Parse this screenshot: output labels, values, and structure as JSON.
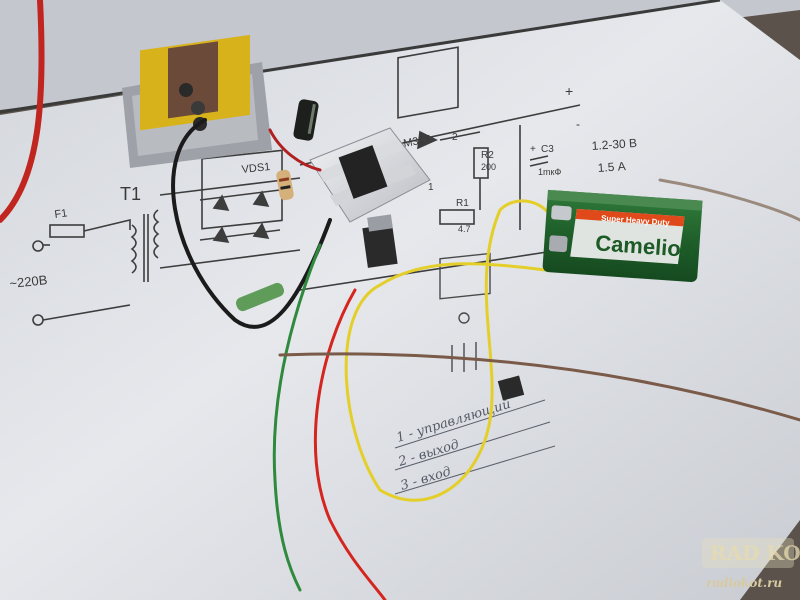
{
  "schematic": {
    "transformer_ref": "T1",
    "fuse_ref": "F1",
    "mains_label": "~220В",
    "bridge_ref": "VDS1",
    "regulator_ref": "LM317",
    "pin_2": "2",
    "pin_1": "1",
    "r1_ref": "R1",
    "r1_value": "4.7",
    "r2_ref": "R2",
    "r2_value": "200",
    "c3_ref": "C3",
    "c3_value": "1mкФ",
    "c3_polarity": "+",
    "output_plus": "+",
    "output_minus": "-",
    "output_voltage": "1.2-30 В",
    "output_current": "1.5 А"
  },
  "handwritten_notes": [
    "1 - управляющий",
    "2 - выход",
    "3 - вход"
  ],
  "battery": {
    "brand": "Camelion",
    "tagline": "Super Heavy Duty"
  },
  "watermark": {
    "logo_text": "RAD KOT",
    "site": "radiokot.ru"
  }
}
